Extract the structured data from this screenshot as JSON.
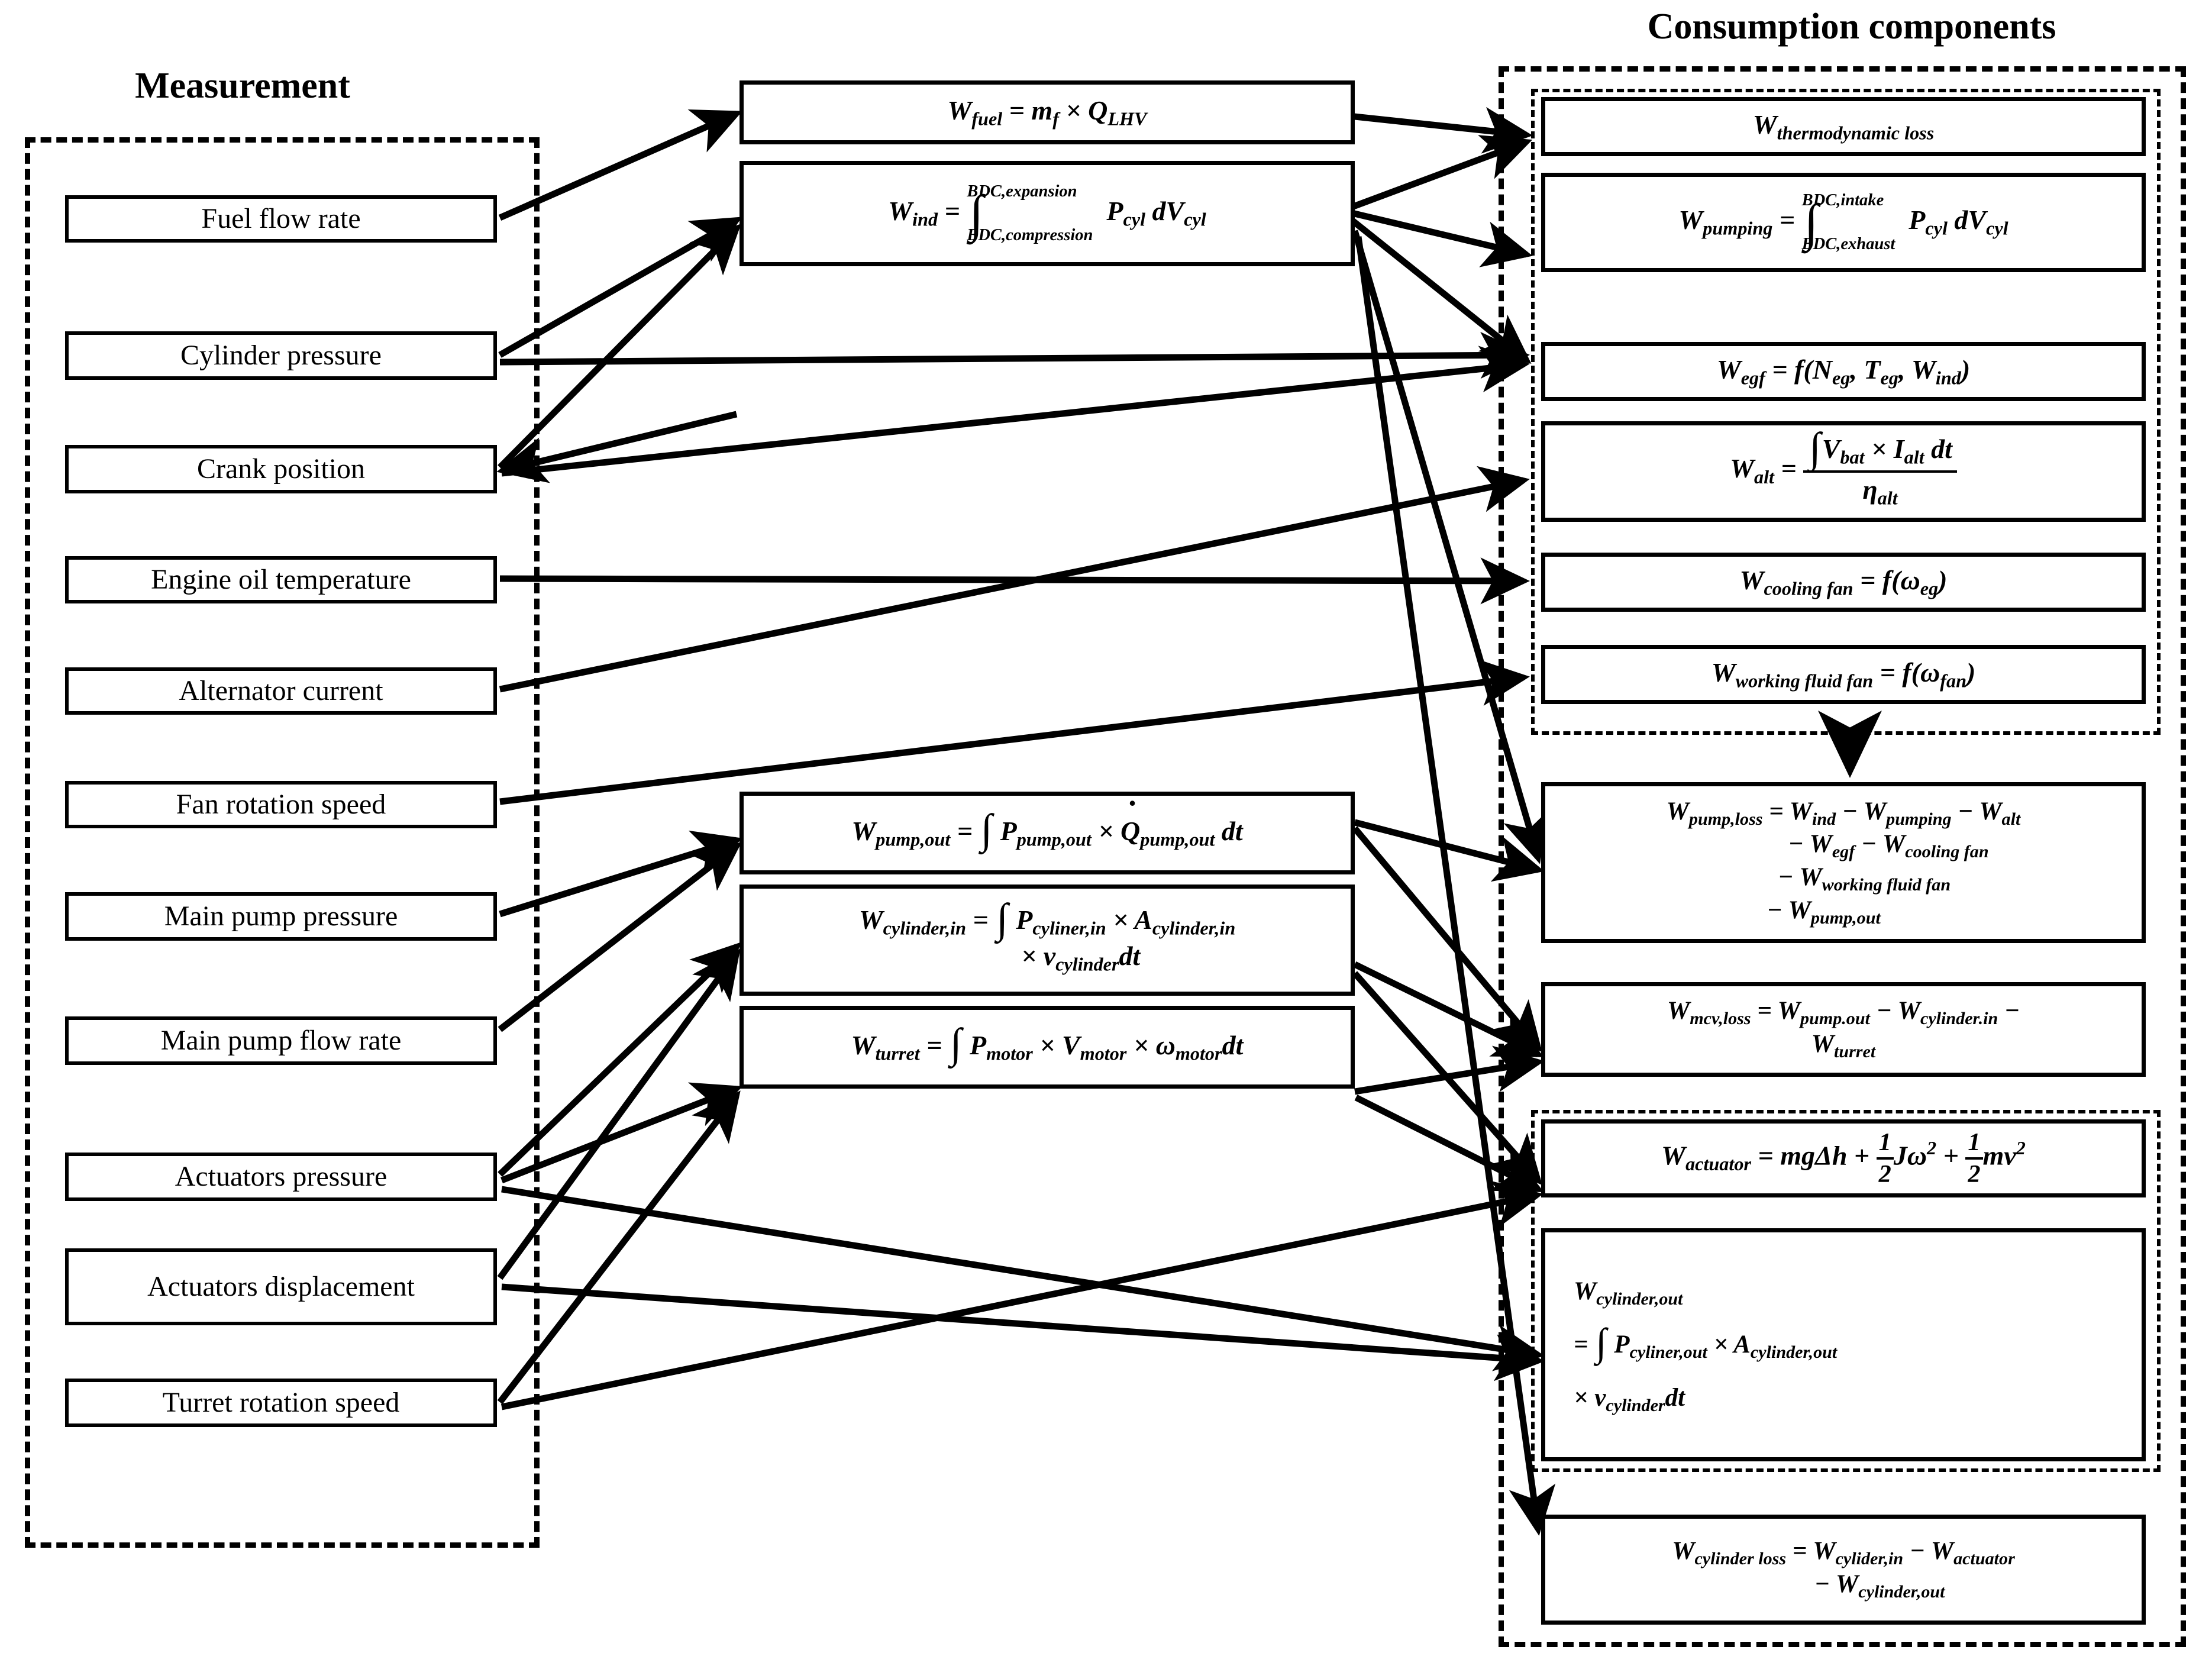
{
  "titles": {
    "measurement": "Measurement",
    "consumption": "Consumption components"
  },
  "measurement_items": [
    {
      "id": "fuel-flow-rate",
      "label": "Fuel flow rate"
    },
    {
      "id": "cylinder-pressure",
      "label": "Cylinder pressure"
    },
    {
      "id": "crank-position",
      "label": "Crank position"
    },
    {
      "id": "engine-oil-temperature",
      "label": "Engine oil temperature"
    },
    {
      "id": "alternator-current",
      "label": "Alternator current"
    },
    {
      "id": "fan-rotation-speed",
      "label": "Fan rotation speed"
    },
    {
      "id": "main-pump-pressure",
      "label": "Main pump pressure"
    },
    {
      "id": "main-pump-flow-rate",
      "label": "Main pump flow rate"
    },
    {
      "id": "actuators-pressure",
      "label": "Actuators pressure"
    },
    {
      "id": "actuators-displacement",
      "label": "Actuators displacement"
    },
    {
      "id": "turret-rotation-speed",
      "label": "Turret rotation speed"
    }
  ],
  "middle_equations": [
    {
      "id": "w-fuel",
      "text": "W_fuel = m_f × Q_LHV"
    },
    {
      "id": "w-ind",
      "text": "W_ind = ∫_{BDC,compression}^{BDC,expansion} P_cyl dV_cyl"
    },
    {
      "id": "w-pump-out",
      "text": "W_pump,out = ∫ P_pump,out × Q̇_pump,out dt"
    },
    {
      "id": "w-cylinder-in",
      "text": "W_cylinder,in = ∫ P_cyliner,in × A_cylinder,in × v_cylinder dt"
    },
    {
      "id": "w-turret",
      "text": "W_turret = ∫ P_motor × V_motor × ω_motor dt"
    }
  ],
  "consumption_equations": [
    {
      "id": "w-thermodynamic-loss",
      "text": "W_thermodynamic loss"
    },
    {
      "id": "w-pumping",
      "text": "W_pumping = ∫_{BDC,exhaust}^{BDC,intake} P_cyl dV_cyl"
    },
    {
      "id": "w-egf",
      "text": "W_egf = f(N_eg, T_eg, W_ind)"
    },
    {
      "id": "w-alt",
      "text": "W_alt = ( ∫ V_bat × I_alt dt ) / η_alt"
    },
    {
      "id": "w-cooling-fan",
      "text": "W_cooling fan = f(ω_eg)"
    },
    {
      "id": "w-working-fluid-fan",
      "text": "W_working fluid fan = f(ω_fan)"
    },
    {
      "id": "w-pump-loss",
      "text": "W_pump,loss = W_ind − W_pumping − W_alt − W_egf − W_cooling fan − W_working fluid fan − W_pump,out"
    },
    {
      "id": "w-mcv-loss",
      "text": "W_mcv,loss = W_pump.out − W_cylinder.in − W_turret"
    },
    {
      "id": "w-actuator",
      "text": "W_actuator = mgΔh + ½Jω² + ½mv²"
    },
    {
      "id": "w-cylinder-out",
      "text": "W_cylinder,out = ∫ P_cyliner,out × A_cylinder,out × v_cylinder dt"
    },
    {
      "id": "w-cylinder-loss",
      "text": "W_cylinder loss = W_cylider,in − W_actuator − W_cylinder,out"
    }
  ],
  "colors": {
    "stroke": "#000000",
    "background": "#ffffff"
  }
}
